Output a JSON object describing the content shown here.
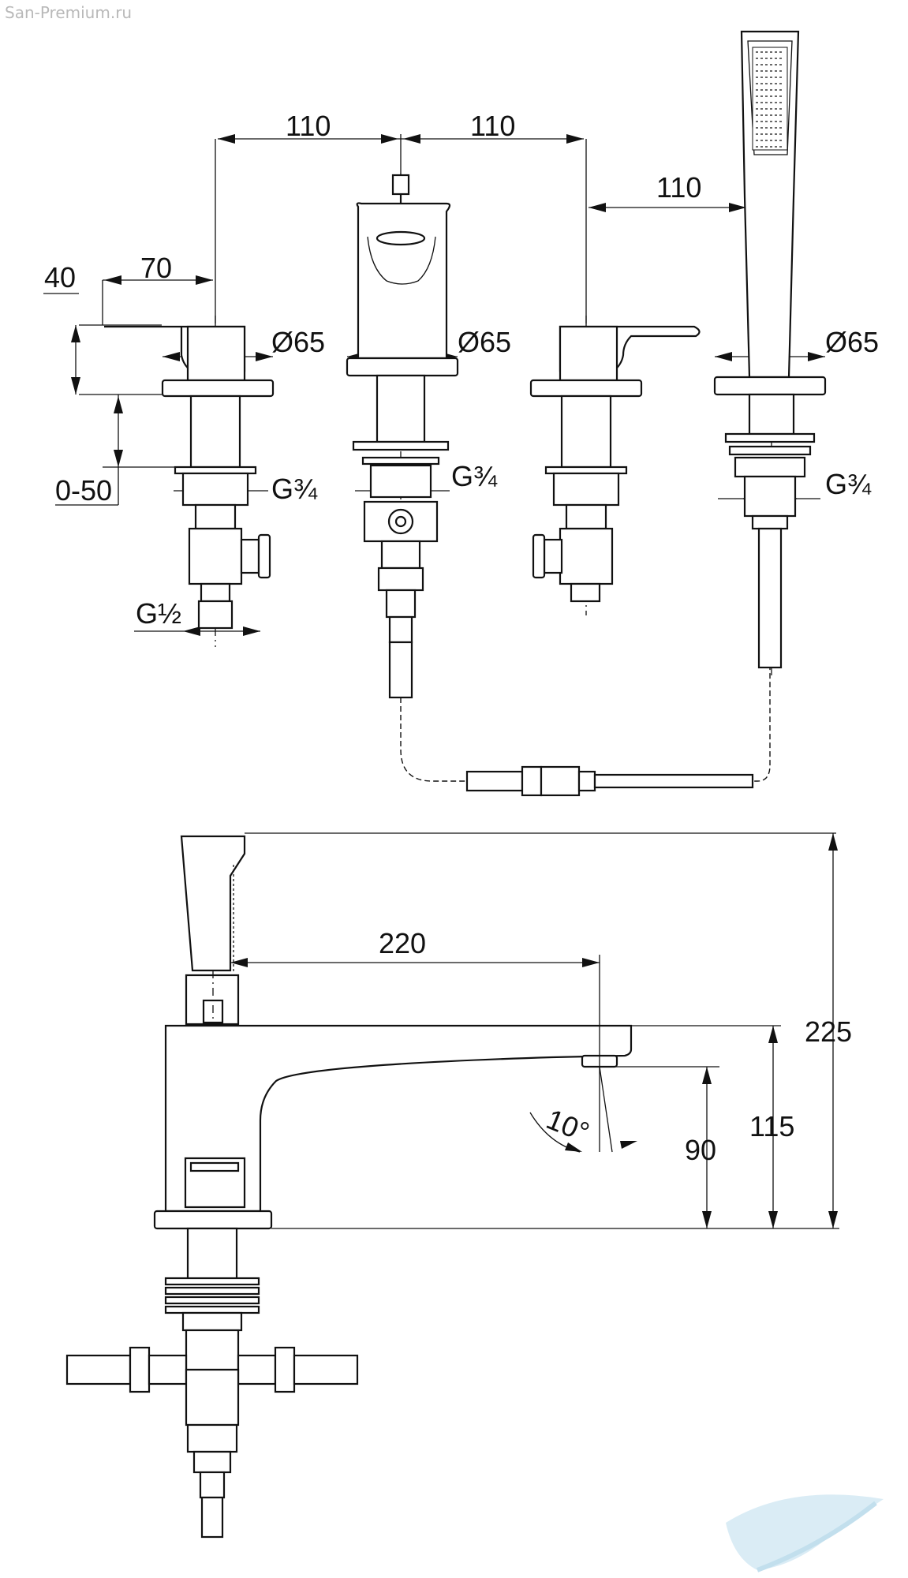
{
  "watermark": "San-Premium.ru",
  "dimensions": {
    "spacing_1": "110",
    "spacing_2": "110",
    "spacing_3": "110",
    "lever_length": "70",
    "lever_height": "40",
    "deck_thickness": "0-50",
    "thread_main": "G¾",
    "thread_spout": "G¾",
    "thread_shower": "G¾",
    "thread_inlet": "G½",
    "diameter_1": "Ø65",
    "diameter_2": "Ø65",
    "diameter_3": "Ø65",
    "spout_reach": "220",
    "spout_angle": "10°",
    "outlet_height": "90",
    "spout_height": "115",
    "total_height": "225"
  },
  "colors": {
    "line": "#111111",
    "watermark": "#b9b9b9",
    "logo": "#cfe6f2"
  }
}
